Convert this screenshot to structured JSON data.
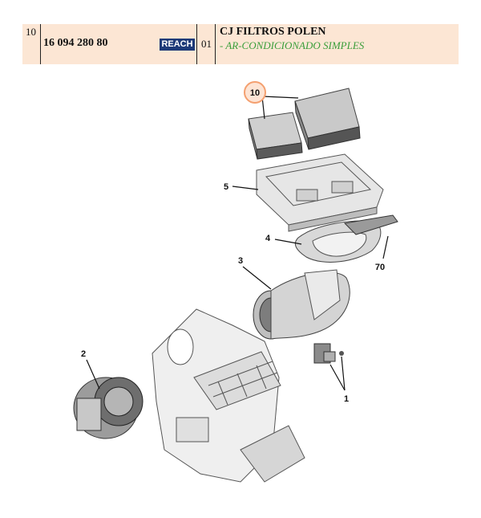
{
  "header": {
    "item_number": "10",
    "reference": "16 094 280 80",
    "reach_badge": "REACH",
    "quantity": "01",
    "title": "CJ FILTROS POLEN",
    "subtitle": "- AR-CONDICIONADO SIMPLES"
  },
  "callouts": {
    "c10": "10",
    "c5": "5",
    "c4": "4",
    "c70": "70",
    "c3": "3",
    "c2": "2",
    "c1": "1"
  },
  "colors": {
    "header_bg": "#fce6d4",
    "reach_bg": "#1e3a78",
    "subtitle": "#3a9e3a",
    "highlight_ring": "#f4a070"
  }
}
